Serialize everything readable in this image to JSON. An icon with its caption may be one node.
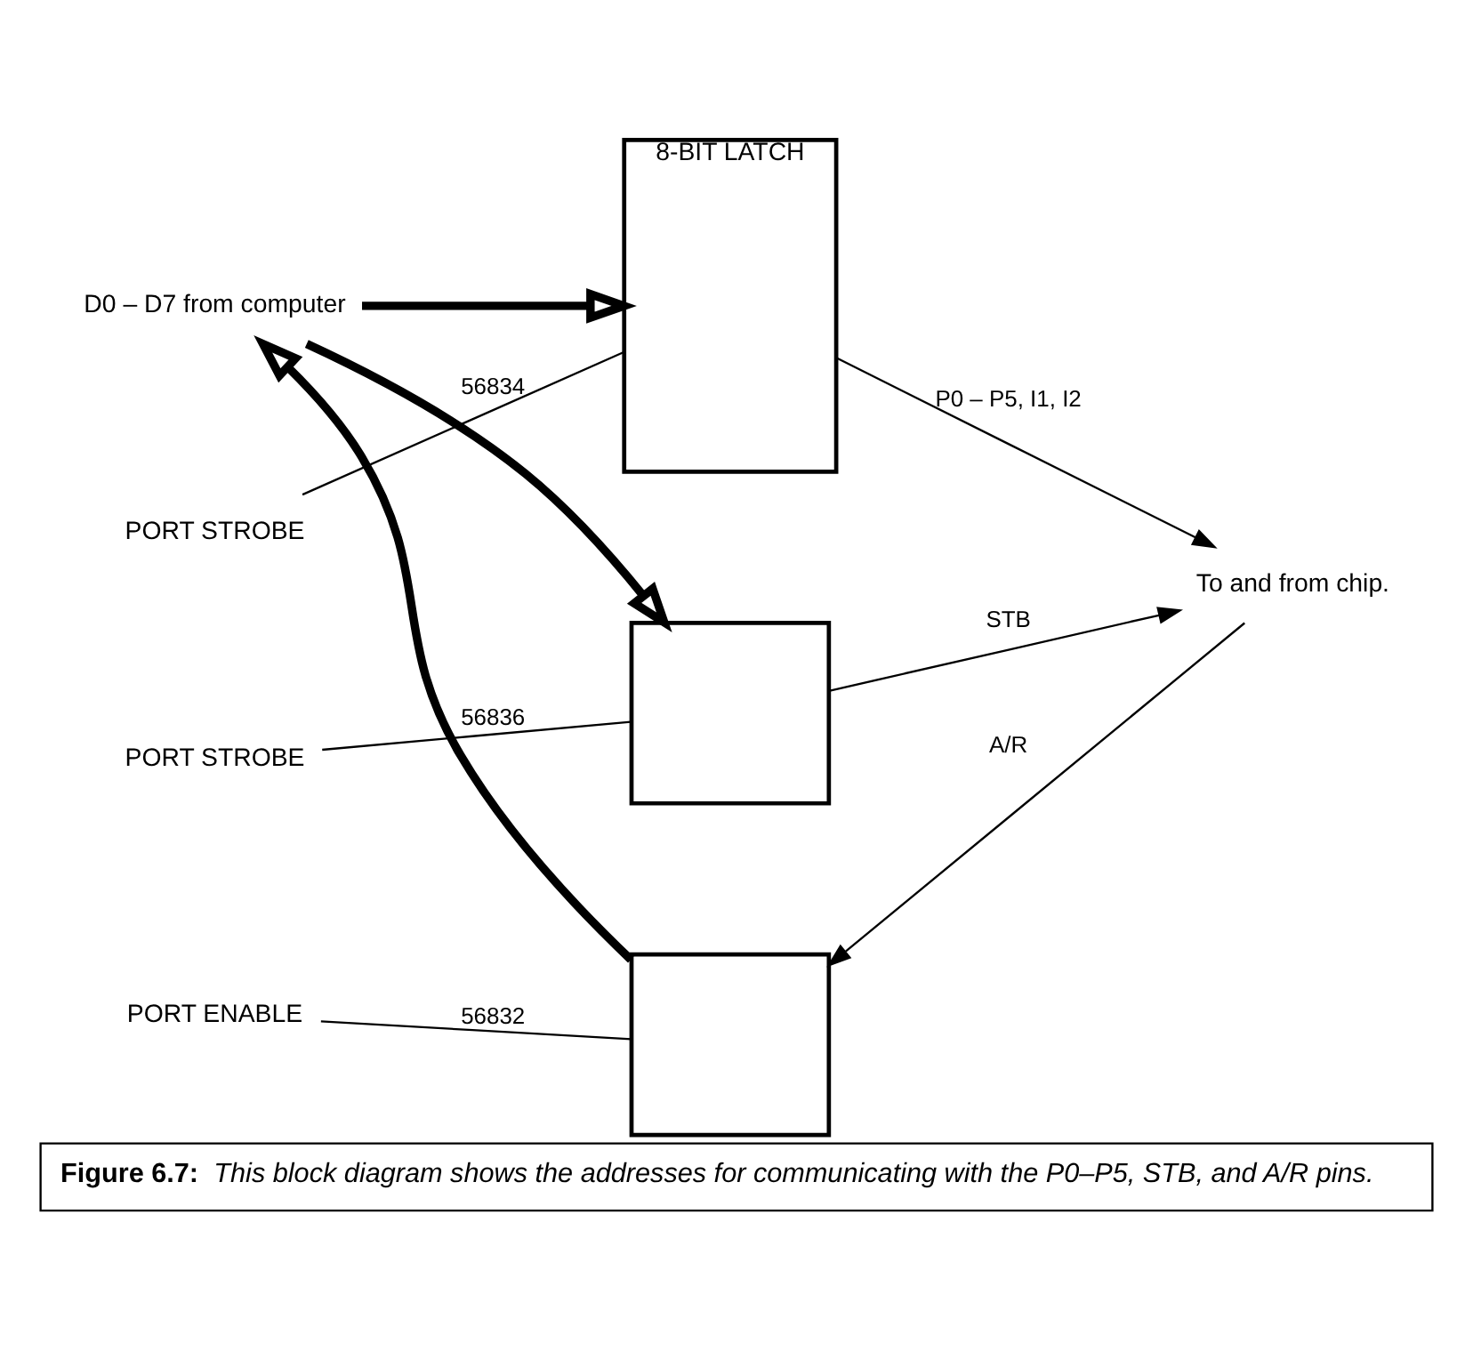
{
  "diagram": {
    "caption": "**Figure 6.7:** *This block diagram shows the addresses for communicating with the P0–P5, STB, and A/R pins.*",
    "nodes": [
      {
        "text": [
          "8-BIT LATCH"
        ]
      },
      {
        "text": [],
        "shape": "box"
      },
      {
        "text": [],
        "shape": "box"
      },
      {
        "text": [
          "D0 – D7 from computer"
        ]
      },
      {
        "text": [
          "PORT STROBE"
        ]
      },
      {
        "text": [
          "PORT STROBE"
        ]
      },
      {
        "text": [
          "PORT ENABLE"
        ]
      },
      {
        "text": [
          "To and from chip."
        ]
      }
    ],
    "edges": [
      {
        "from": 3,
        "to": 0,
        "arrow": "to",
        "style": "thick"
      },
      {
        "from": 3,
        "to": 1,
        "arrow": "to",
        "style": "thick"
      },
      {
        "from": 2,
        "to": 3,
        "arrow": "to",
        "style": "thick"
      },
      {
        "from": 4,
        "to": 0,
        "label": "56834",
        "arrow": "none"
      },
      {
        "from": 5,
        "to": 1,
        "label": "56836",
        "arrow": "none"
      },
      {
        "from": 6,
        "to": 2,
        "label": "56832",
        "arrow": "none"
      },
      {
        "from": 0,
        "to": 7,
        "label": "P0 – P5, I1, I2",
        "arrow": "to"
      },
      {
        "from": 1,
        "to": 7,
        "label": "STB",
        "arrow": "to"
      },
      {
        "from": 7,
        "to": 2,
        "label": "A/R",
        "arrow": "to"
      }
    ]
  }
}
